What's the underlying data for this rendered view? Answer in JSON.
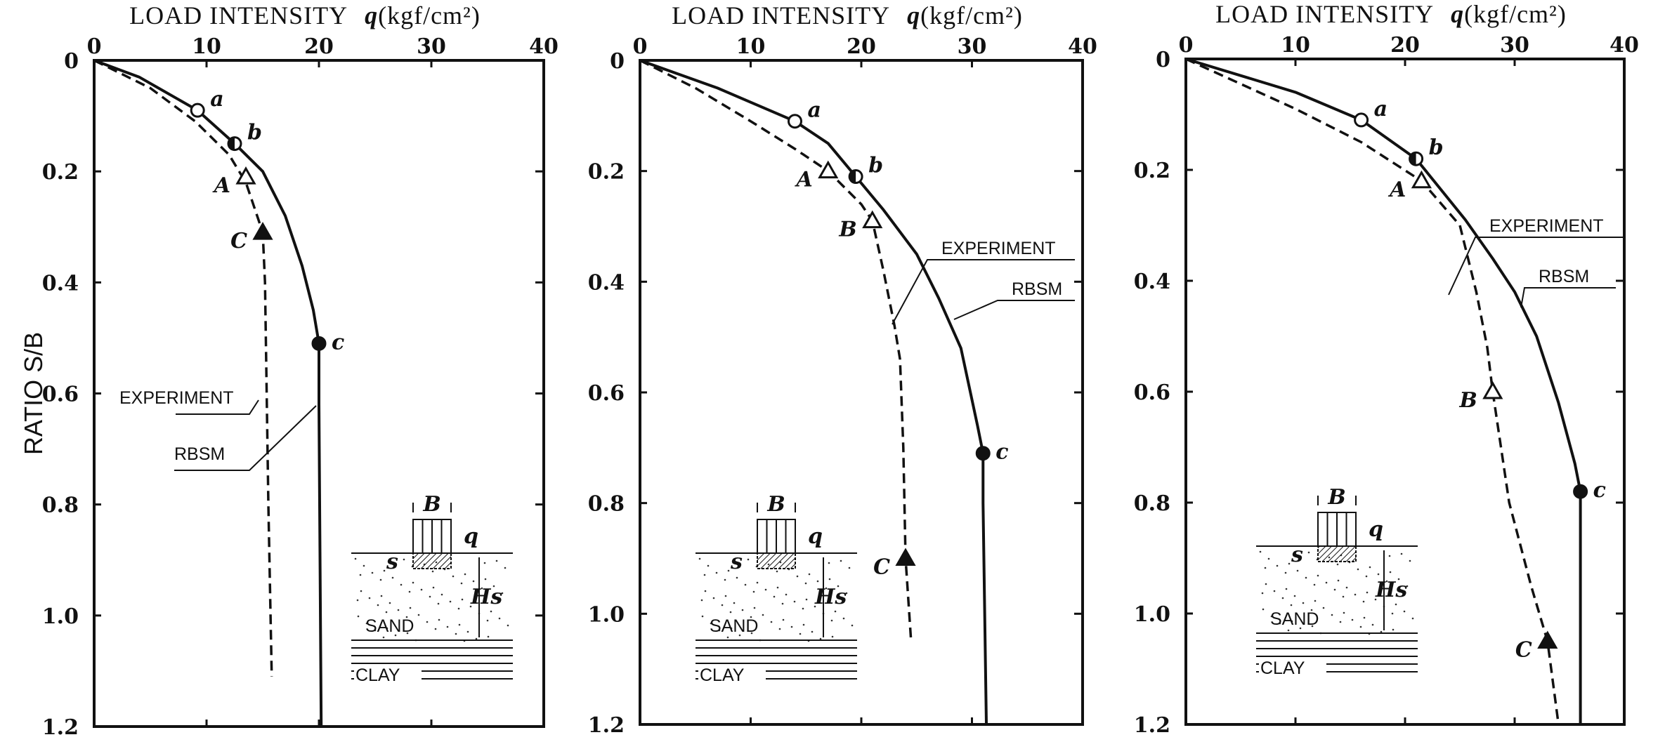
{
  "chart_data": [
    {
      "type": "line",
      "title": "LOAD INTENSITY",
      "xlabel_symbol": "q",
      "xlabel_unit": "(kgf/cm²)",
      "ylabel": "RATIO S/B",
      "xlim": [
        0,
        40
      ],
      "ylim": [
        0,
        1.2
      ],
      "x_ticks": [
        "0",
        "10",
        "20",
        "30",
        "40"
      ],
      "y_ticks": [
        "0",
        "0.2",
        "0.4",
        "0.6",
        "0.8",
        "1.0",
        "1.2"
      ],
      "series": [
        {
          "name": "RBSM",
          "style": "solid",
          "points": [
            [
              0,
              0
            ],
            [
              4,
              0.03
            ],
            [
              9.2,
              0.09
            ],
            [
              12.5,
              0.15
            ],
            [
              15,
              0.2
            ],
            [
              17,
              0.28
            ],
            [
              18.5,
              0.37
            ],
            [
              19.5,
              0.45
            ],
            [
              20,
              0.51
            ],
            [
              20,
              0.62
            ],
            [
              20.2,
              1.2
            ]
          ]
        },
        {
          "name": "EXPERIMENT",
          "style": "dashed",
          "points": [
            [
              0,
              0
            ],
            [
              5,
              0.05
            ],
            [
              9,
              0.11
            ],
            [
              12,
              0.17
            ],
            [
              13.5,
              0.22
            ],
            [
              14.5,
              0.28
            ],
            [
              15,
              0.31
            ],
            [
              15.2,
              0.4
            ],
            [
              15.5,
              0.8
            ],
            [
              15.8,
              1.11
            ]
          ]
        }
      ],
      "markers": [
        {
          "label": "a",
          "q": 9.2,
          "sb": 0.09,
          "shape": "circle-open"
        },
        {
          "label": "b",
          "q": 12.5,
          "sb": 0.15,
          "shape": "circle-half"
        },
        {
          "label": "c",
          "q": 20,
          "sb": 0.51,
          "shape": "circle-filled"
        },
        {
          "label": "A",
          "q": 13.5,
          "sb": 0.21,
          "shape": "triangle-open"
        },
        {
          "label": "C",
          "q": 15,
          "sb": 0.31,
          "shape": "triangle-filled"
        }
      ],
      "annotations": [
        "EXPERIMENT",
        "RBSM"
      ],
      "inset": {
        "width_label": "B",
        "load_label": "q",
        "settlement_label": "s",
        "depth_label": "Hs",
        "upper_layer": "SAND",
        "lower_layer": "CLAY"
      }
    },
    {
      "type": "line",
      "title": "LOAD INTENSITY",
      "xlabel_symbol": "q",
      "xlabel_unit": "(kgf/cm²)",
      "ylabel": "",
      "xlim": [
        0,
        40
      ],
      "ylim": [
        0,
        1.2
      ],
      "x_ticks": [
        "0",
        "10",
        "20",
        "30",
        "40"
      ],
      "y_ticks": [
        "0",
        "0.2",
        "0.4",
        "0.6",
        "0.8",
        "1.0",
        "1.2"
      ],
      "series": [
        {
          "name": "RBSM",
          "style": "solid",
          "points": [
            [
              0,
              0
            ],
            [
              7,
              0.05
            ],
            [
              14,
              0.11
            ],
            [
              17,
              0.15
            ],
            [
              19.5,
              0.21
            ],
            [
              22,
              0.27
            ],
            [
              25,
              0.35
            ],
            [
              27,
              0.43
            ],
            [
              29,
              0.52
            ],
            [
              30.5,
              0.66
            ],
            [
              31,
              0.71
            ],
            [
              31,
              0.8
            ],
            [
              31.3,
              1.2
            ]
          ]
        },
        {
          "name": "EXPERIMENT",
          "style": "dashed",
          "points": [
            [
              0,
              0
            ],
            [
              5,
              0.05
            ],
            [
              10,
              0.11
            ],
            [
              14,
              0.16
            ],
            [
              17,
              0.2
            ],
            [
              20,
              0.26
            ],
            [
              21,
              0.29
            ],
            [
              22,
              0.38
            ],
            [
              23,
              0.48
            ],
            [
              23.5,
              0.54
            ],
            [
              23.8,
              0.7
            ],
            [
              24,
              0.9
            ],
            [
              24.5,
              1.05
            ]
          ]
        }
      ],
      "markers": [
        {
          "label": "a",
          "q": 14,
          "sb": 0.11,
          "shape": "circle-open"
        },
        {
          "label": "b",
          "q": 19.5,
          "sb": 0.21,
          "shape": "circle-half"
        },
        {
          "label": "c",
          "q": 31,
          "sb": 0.71,
          "shape": "circle-filled"
        },
        {
          "label": "A",
          "q": 17,
          "sb": 0.2,
          "shape": "triangle-open"
        },
        {
          "label": "B",
          "q": 21,
          "sb": 0.29,
          "shape": "triangle-open"
        },
        {
          "label": "C",
          "q": 24,
          "sb": 0.9,
          "shape": "triangle-filled"
        }
      ],
      "annotations": [
        "EXPERIMENT",
        "RBSM"
      ],
      "inset": {
        "width_label": "B",
        "load_label": "q",
        "settlement_label": "s",
        "depth_label": "Hs",
        "upper_layer": "SAND",
        "lower_layer": "CLAY"
      }
    },
    {
      "type": "line",
      "title": "LOAD INTENSITY",
      "xlabel_symbol": "q",
      "xlabel_unit": "(kgf/cm²)",
      "ylabel": "",
      "xlim": [
        0,
        40
      ],
      "ylim": [
        0,
        1.2
      ],
      "x_ticks": [
        "0",
        "10",
        "20",
        "30",
        "40"
      ],
      "y_ticks": [
        "0",
        "0.2",
        "0.4",
        "0.6",
        "0.8",
        "1.0",
        "1.2"
      ],
      "series": [
        {
          "name": "RBSM",
          "style": "solid",
          "points": [
            [
              0,
              0
            ],
            [
              10,
              0.06
            ],
            [
              16,
              0.11
            ],
            [
              21,
              0.18
            ],
            [
              25.5,
              0.29
            ],
            [
              28,
              0.36
            ],
            [
              30,
              0.42
            ],
            [
              32,
              0.5
            ],
            [
              34,
              0.62
            ],
            [
              35.5,
              0.73
            ],
            [
              36,
              0.78
            ],
            [
              36,
              1.2
            ]
          ]
        },
        {
          "name": "EXPERIMENT",
          "style": "dashed",
          "points": [
            [
              0,
              0
            ],
            [
              10,
              0.09
            ],
            [
              16,
              0.15
            ],
            [
              21.5,
              0.22
            ],
            [
              25,
              0.3
            ],
            [
              26.5,
              0.42
            ],
            [
              27.5,
              0.52
            ],
            [
              28,
              0.6
            ],
            [
              29.5,
              0.8
            ],
            [
              31.5,
              0.95
            ],
            [
              33,
              1.05
            ],
            [
              34,
              1.2
            ]
          ]
        }
      ],
      "markers": [
        {
          "label": "a",
          "q": 16,
          "sb": 0.11,
          "shape": "circle-open"
        },
        {
          "label": "b",
          "q": 21,
          "sb": 0.18,
          "shape": "circle-half"
        },
        {
          "label": "c",
          "q": 36,
          "sb": 0.78,
          "shape": "circle-filled"
        },
        {
          "label": "A",
          "q": 21.5,
          "sb": 0.22,
          "shape": "triangle-open"
        },
        {
          "label": "B",
          "q": 28,
          "sb": 0.6,
          "shape": "triangle-open"
        },
        {
          "label": "C",
          "q": 33,
          "sb": 1.05,
          "shape": "triangle-filled"
        }
      ],
      "annotations": [
        "EXPERIMENT",
        "RBSM"
      ],
      "inset": {
        "width_label": "B",
        "load_label": "q",
        "settlement_label": "s",
        "depth_label": "Hs",
        "upper_layer": "SAND",
        "lower_layer": "CLAY"
      }
    }
  ]
}
